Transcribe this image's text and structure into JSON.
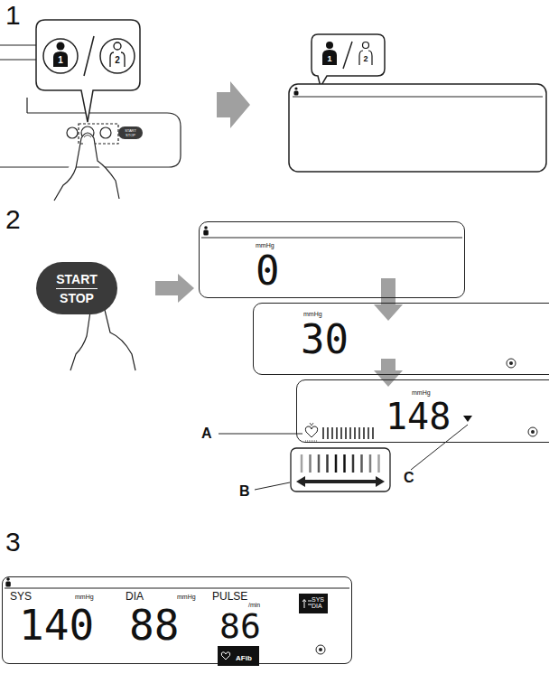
{
  "diagram": {
    "nodes": [
      {
        "text": [
          "START",
          "STOP"
        ]
      },
      {
        "text": [
          "mmHg",
          "0"
        ]
      },
      {
        "text": [
          "mmHg",
          "30"
        ]
      },
      {
        "text": [
          "mmHg",
          "148"
        ]
      },
      {
        "text": [
          "SYS",
          "mmHg",
          "DIA",
          "mmHg",
          "PULSE",
          "/min",
          "140",
          "88",
          "86"
        ]
      },
      {
        "text": [
          "SYS DIA"
        ],
        "in": 4
      },
      {
        "text": [
          "AFib"
        ],
        "in": 4
      }
    ],
    "edges": [
      {
        "from": 0,
        "to": 1,
        "arrow": "to"
      },
      {
        "from": 1,
        "to": 2,
        "arrow": "to"
      },
      {
        "from": 2,
        "to": 3,
        "arrow": "to"
      }
    ],
    "labels": [
      "1",
      "1",
      "2",
      "1",
      "2",
      "START",
      "STOP",
      "2",
      "A",
      "B",
      "C",
      "3"
    ]
  }
}
